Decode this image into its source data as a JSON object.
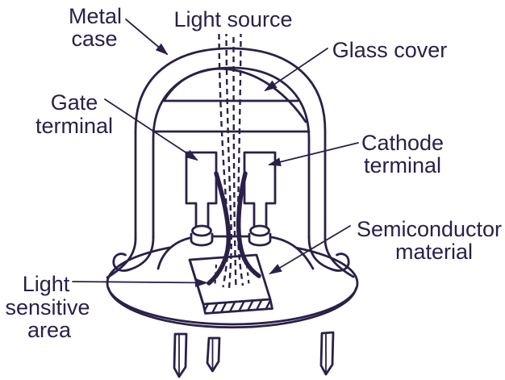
{
  "colors": {
    "ink": "#2b2048",
    "background": "#ffffff"
  },
  "labels": {
    "metal_case": {
      "line1": "Metal",
      "line2": "case"
    },
    "light_source": {
      "text": "Light source"
    },
    "glass_cover": {
      "text": "Glass cover"
    },
    "gate_terminal": {
      "line1": "Gate",
      "line2": "terminal"
    },
    "cathode_terminal": {
      "line1": "Cathode",
      "line2": "terminal"
    },
    "semiconductor_material": {
      "line1": "Semiconductor",
      "line2": "material"
    },
    "light_sensitive_area": {
      "line1": "Light",
      "line2": "sensitive",
      "line3": "area"
    }
  }
}
